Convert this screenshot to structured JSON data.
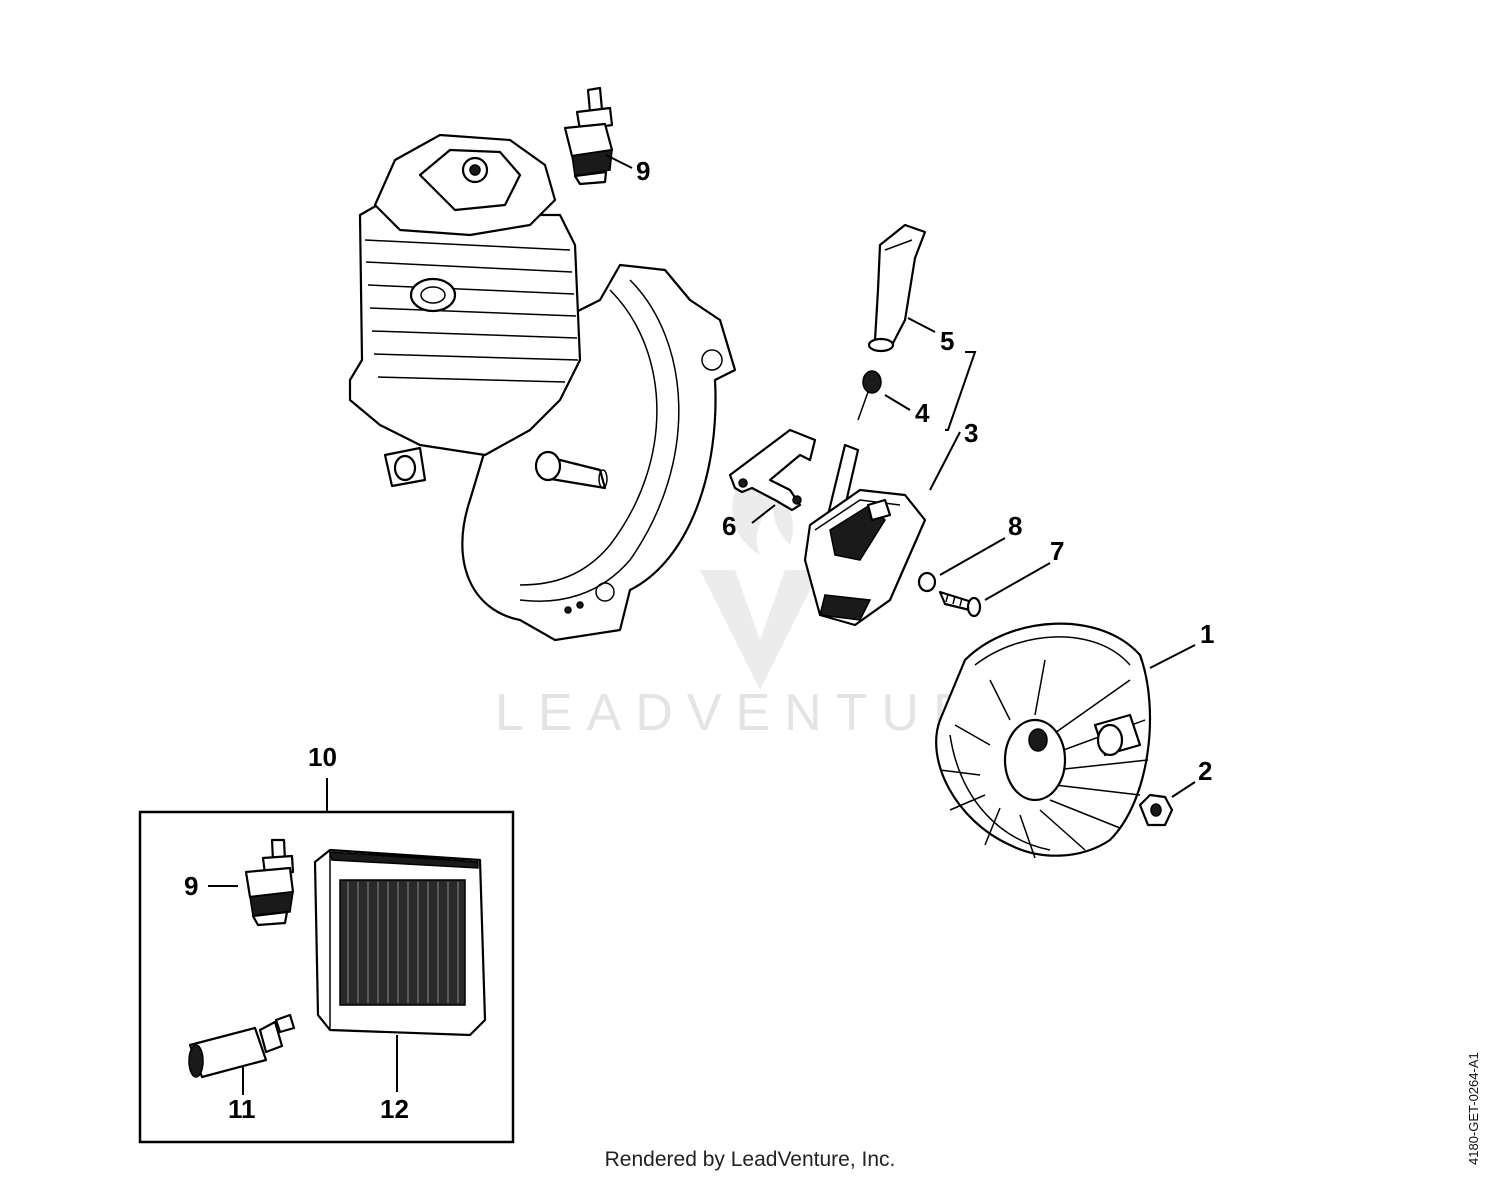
{
  "watermark": {
    "text": "LEADVENTURE"
  },
  "callouts": {
    "c1": "1",
    "c2": "2",
    "c3": "3",
    "c4": "4",
    "c5": "5",
    "c6": "6",
    "c7": "7",
    "c8": "8",
    "c9_top": "9",
    "c9_kit": "9",
    "c10": "10",
    "c11": "11",
    "c12": "12"
  },
  "footer": {
    "rendered_by": "Rendered by LeadVenture, Inc."
  },
  "reference_code": "4180-GET-0264-A1",
  "icons": {
    "spark_plug": "spark-plug-icon",
    "air_filter": "air-filter-icon",
    "fuel_filter": "fuel-filter-icon",
    "flywheel": "flywheel-icon",
    "ignition_module": "ignition-module-icon"
  }
}
